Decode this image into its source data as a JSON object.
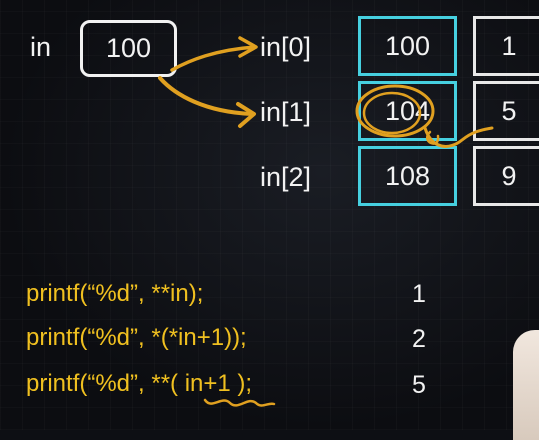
{
  "diagram": {
    "variable": {
      "name": "in",
      "value": "100"
    },
    "rows": [
      {
        "label": "in[0]",
        "address": "100",
        "value": "1"
      },
      {
        "label": "in[1]",
        "address": "104",
        "value": "5"
      },
      {
        "label": "in[2]",
        "address": "108",
        "value": "9"
      }
    ]
  },
  "code_lines": [
    {
      "code": "printf(“%d”, **in);",
      "result": "1"
    },
    {
      "code": "printf(“%d”, *(*in+1));",
      "result": "2"
    },
    {
      "code": "printf(“%d”, **( in+1 );",
      "result": "5"
    }
  ],
  "colors": {
    "background": "#0d0f14",
    "text": "#f2f2f2",
    "code": "#f0c020",
    "pointer_box": "#46d0e0",
    "annotation": "#e0a020"
  }
}
